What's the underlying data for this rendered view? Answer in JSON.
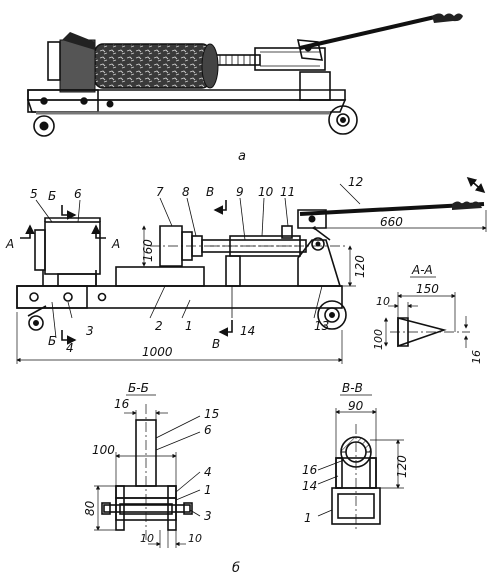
{
  "figure_a_label": "а",
  "figure_b_label": "б",
  "callouts": {
    "c1": "1",
    "c2": "2",
    "c3": "3",
    "c4": "4",
    "c5": "5",
    "c6": "6",
    "c7": "7",
    "c8": "8",
    "c9": "9",
    "c10": "10",
    "c11": "11",
    "c12": "12",
    "c13": "13",
    "c14": "14"
  },
  "section_marks": {
    "b": "Б",
    "v": "В",
    "a": "А"
  },
  "dimensions": {
    "d660": "660",
    "d160": "160",
    "d120": "120",
    "d1000": "1000",
    "aa_150": "150",
    "aa_10": "10",
    "aa_100": "100",
    "aa_16": "16"
  },
  "section_titles": {
    "aa": "А-А",
    "bb": "Б-Б",
    "vv": "В-В"
  },
  "section_bb": {
    "d16": "16",
    "d100": "100",
    "d80": "80",
    "d10a": "10",
    "d10b": "10",
    "c15": "15",
    "c6": "6",
    "c4": "4",
    "c1": "1",
    "c3": "3"
  },
  "section_vv": {
    "d90": "90",
    "d120": "120",
    "c16": "16",
    "c14": "14",
    "c1": "1"
  }
}
